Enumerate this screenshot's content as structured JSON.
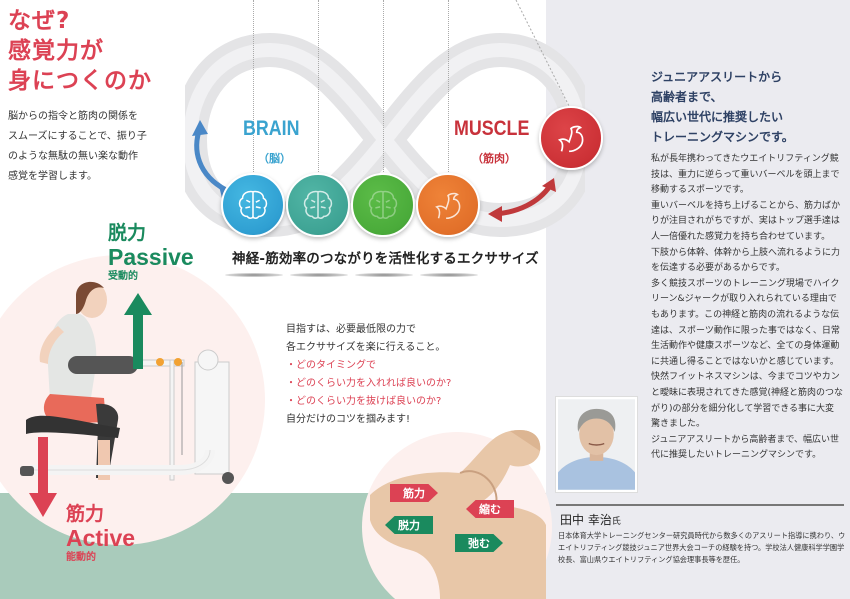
{
  "hero": {
    "heading_lines": [
      "なぜ?",
      "感覚力が",
      "身につくのか"
    ],
    "text_lines": [
      "脳からの指令と筋肉の関係を",
      "スムーズにすることで、振り子",
      "のような無駄の無い楽な動作",
      "感覚を学習します。"
    ]
  },
  "diagram": {
    "brain_label": "BRAIN",
    "brain_sub": "（脳）",
    "muscle_label": "MUSCLE",
    "muscle_sub": "（筋肉）",
    "tagline": "神経-筋効率のつながりを活性化するエクササイズ",
    "nodes": [
      {
        "icon": "brain-icon",
        "color": "#2f9fd2"
      },
      {
        "icon": "brain-icon",
        "color": "#3ea394"
      },
      {
        "icon": "brain-icon",
        "color": "#4aab3a"
      },
      {
        "icon": "flexed-arm-icon",
        "color": "#e2702a"
      },
      {
        "icon": "flexed-arm-icon",
        "color": "#cc3136"
      }
    ],
    "colors": {
      "blue_arrow": "#4a88c7",
      "red_arrow": "#c0393b",
      "infinity": "#e4e4e6"
    }
  },
  "passive": {
    "jp": "脱力",
    "en": "Passive",
    "sub": "受動的",
    "color": "#1a8a5e"
  },
  "active": {
    "jp": "筋力",
    "en": "Active",
    "sub": "能動的",
    "color": "#dc4254"
  },
  "goal": {
    "lines": [
      "目指すは、必要最低限の力で",
      "各エクササイズを楽に行えること。"
    ],
    "bullets": [
      "・どのタイミングで",
      "・どのくらい力を入れれば良いのか?",
      "・どのくらい力を抜けば良いのか?"
    ],
    "closing": "自分だけのコツを掴みます!"
  },
  "arm_labels": {
    "contract_force": "筋力",
    "shorten": "縮む",
    "relax_force": "脱力",
    "loosen": "弛む"
  },
  "right": {
    "heading_lines": [
      "ジュニアアスリートから",
      "高齢者まで、",
      "幅広い世代に推奨したい",
      "トレーニングマシンです。"
    ],
    "paragraphs": [
      "私が長年携わってきたウエイトリフティング競技は、重力に逆らって重いバーベルを頭上まで移動するスポーツです。",
      "重いバーベルを持ち上げることから、筋力ばかりが注目されがちですが、実はトップ選手達は人一倍優れた感覚力を持ち合わせています。",
      "下肢から体幹、体幹から上肢へ流れるように力を伝達する必要があるからです。",
      "多く競技スポーツのトレーニング現場でハイクリーン&ジャークが取り入れられている理由でもあります。この神経と筋肉の流れるような伝達は、スポーツ動作に限った事ではなく、日常生活動作や健康スポーツなど、全ての身体運動に共通し得ることではないかと感じています。",
      "快然フイットネスマシンは、今までコツやカンと曖昧に表現されてきた感覚(神経と筋肉のつながり)の部分を細分化して学習できる事に大変驚きました。",
      "ジュニアアスリートから高齢者まで、幅広い世代に推奨したいトレーニングマシンです。"
    ],
    "person_name": "田中 幸治",
    "person_suffix": "氏",
    "person_bio": "日本体育大学トレーニングセンター研究員時代から数多くのアスリート指導に携わり、ウエイトリフティング競技ジュニア世界大会コーチの経験を持つ。学校法人健康科学学園学校長、富山県ウエイトリフティング協会理事長等を歴任。"
  }
}
